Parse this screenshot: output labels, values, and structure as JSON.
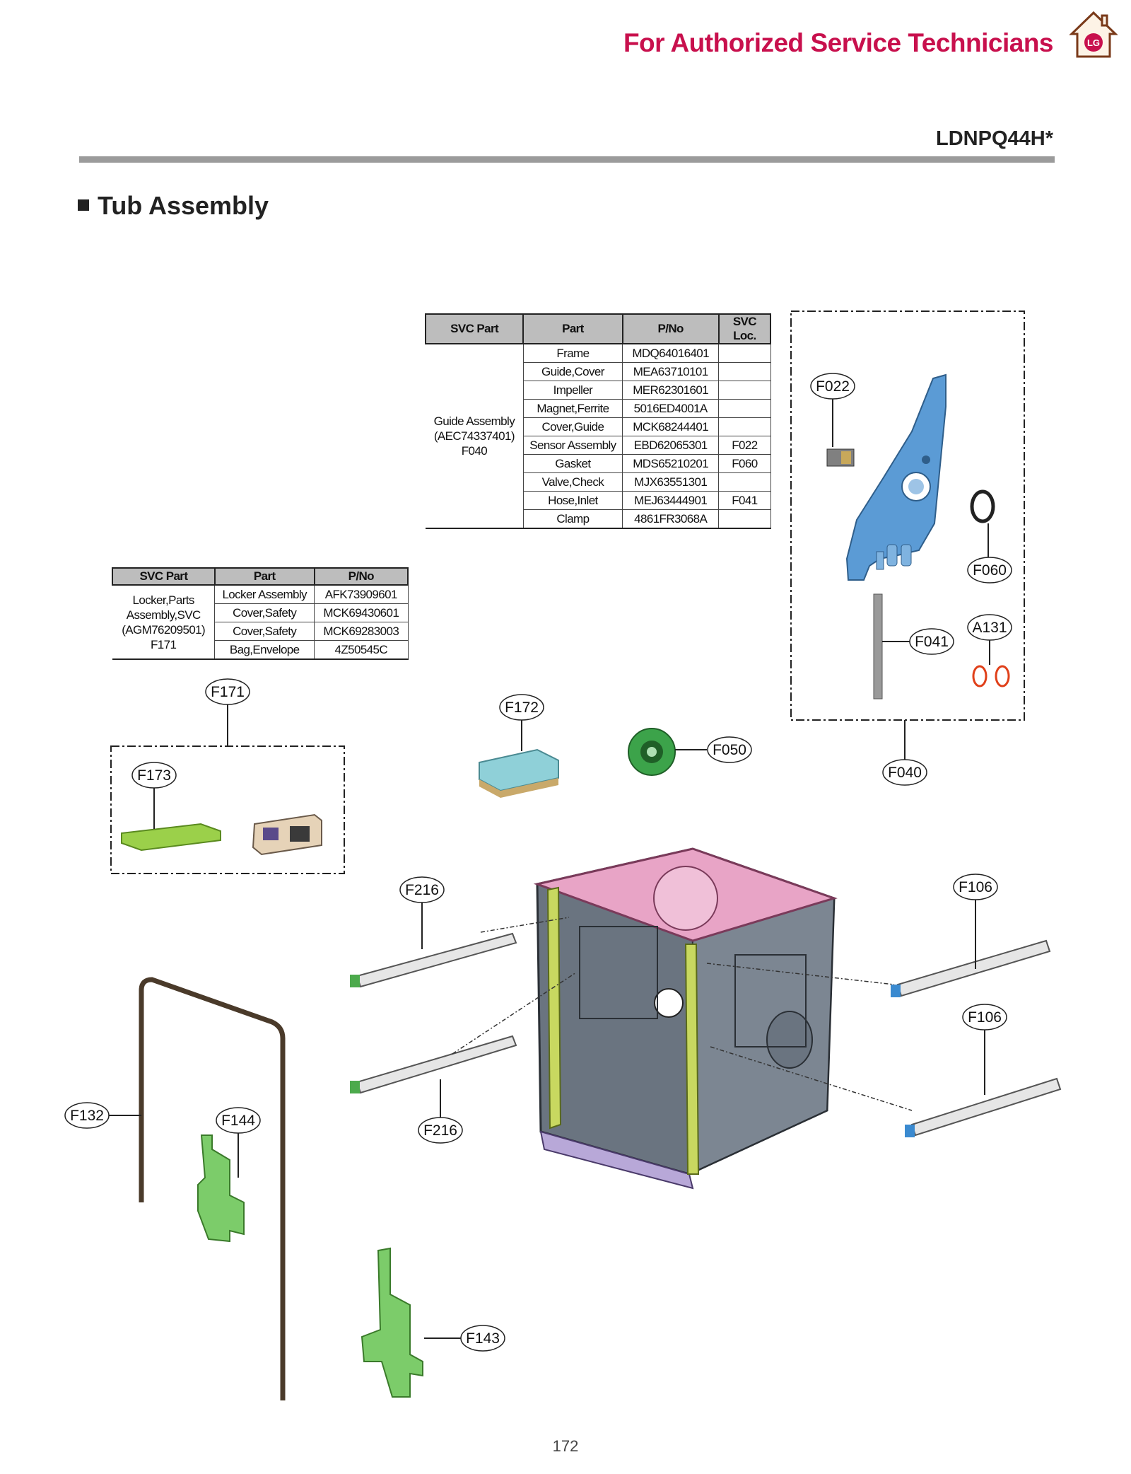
{
  "header": {
    "title": "For Authorized Service Technicians",
    "logo_icon": "lg-house-logo",
    "accent_color": "#c8104d"
  },
  "model": "LDNPQ44H*",
  "section_title": "Tub Assembly",
  "guide_table": {
    "headers": [
      "SVC Part",
      "Part",
      "P/No",
      "SVC Loc."
    ],
    "group_lines": [
      "Guide Assembly",
      "(AEC74337401)",
      "F040"
    ],
    "rows": [
      {
        "part": "Frame",
        "pno": "MDQ64016401",
        "loc": ""
      },
      {
        "part": "Guide,Cover",
        "pno": "MEA63710101",
        "loc": ""
      },
      {
        "part": "Impeller",
        "pno": "MER62301601",
        "loc": ""
      },
      {
        "part": "Magnet,Ferrite",
        "pno": "5016ED4001A",
        "loc": ""
      },
      {
        "part": "Cover,Guide",
        "pno": "MCK68244401",
        "loc": ""
      },
      {
        "part": "Sensor Assembly",
        "pno": "EBD62065301",
        "loc": "F022"
      },
      {
        "part": "Gasket",
        "pno": "MDS65210201",
        "loc": "F060"
      },
      {
        "part": "Valve,Check",
        "pno": "MJX63551301",
        "loc": ""
      },
      {
        "part": "Hose,Inlet",
        "pno": "MEJ63444901",
        "loc": "F041"
      },
      {
        "part": "Clamp",
        "pno": "4861FR3068A",
        "loc": ""
      }
    ]
  },
  "locker_table": {
    "headers": [
      "SVC Part",
      "Part",
      "P/No"
    ],
    "group_lines": [
      "Locker,Parts",
      "Assembly,SVC",
      "(AGM76209501)",
      "F171"
    ],
    "rows": [
      {
        "part": "Locker Assembly",
        "pno": "AFK73909601"
      },
      {
        "part": "Cover,Safety",
        "pno": "MCK69430601"
      },
      {
        "part": "Cover,Safety",
        "pno": "MCK69283003"
      },
      {
        "part": "Bag,Envelope",
        "pno": "4Z50545C"
      }
    ]
  },
  "callouts": {
    "f022": "F022",
    "f060": "F060",
    "a131": "A131",
    "f041": "F041",
    "f040": "F040",
    "f050": "F050",
    "f172": "F172",
    "f171": "F171",
    "f173": "F173",
    "f216a": "F216",
    "f216b": "F216",
    "f106a": "F106",
    "f106b": "F106",
    "f132": "F132",
    "f144": "F144",
    "f143": "F143"
  },
  "page_number": "172"
}
